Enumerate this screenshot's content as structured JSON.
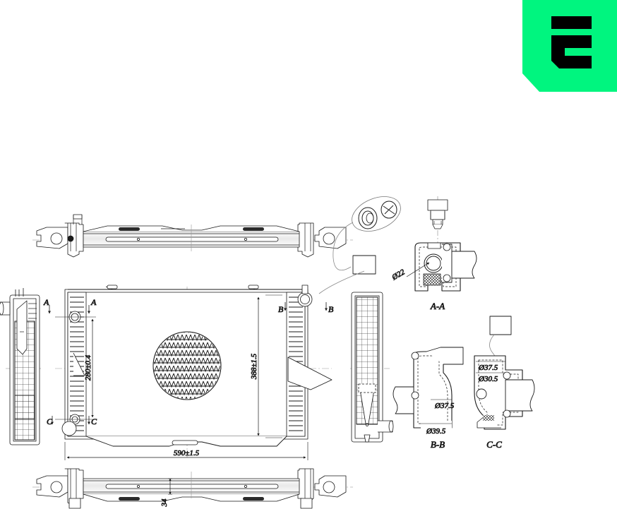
{
  "document": {
    "type": "technical-drawing",
    "subject": "Automotive radiator assembly",
    "background_color": "#ffffff",
    "line_color": "#1a1a1a"
  },
  "logo": {
    "letter": "E",
    "background_color": "#00f57f",
    "glyph_color": "#000000",
    "name": "brand-logo-badge"
  },
  "dimensions": {
    "core_height_inner": "280±0.4",
    "core_height_outer": "388±1.5",
    "core_width": "590±1.5",
    "core_depth": "34",
    "inlet_neck_bore": "Ø22",
    "bb_outlet_bore": "Ø37.5",
    "bb_outlet_outer": "Ø39.5",
    "cc_port_outer": "Ø37.5",
    "cc_port_inner": "Ø30.5"
  },
  "section_labels": {
    "a": "A-A",
    "b": "B-B",
    "c": "C-C"
  },
  "section_markers": {
    "a_left": "A",
    "a_right": "A",
    "b_left": "B",
    "b_right": "B",
    "c_left": "C",
    "c_right": "C"
  },
  "views": [
    {
      "name": "top-view",
      "label": ""
    },
    {
      "name": "left-side-view",
      "label": ""
    },
    {
      "name": "front-view",
      "label": ""
    },
    {
      "name": "right-side-view",
      "label": ""
    },
    {
      "name": "bottom-view",
      "label": ""
    },
    {
      "name": "section-a-a-view",
      "label": "A-A"
    },
    {
      "name": "section-b-b-view",
      "label": "B-B"
    },
    {
      "name": "section-c-c-view",
      "label": "C-C"
    },
    {
      "name": "seal-detail-balloon",
      "label": ""
    }
  ]
}
